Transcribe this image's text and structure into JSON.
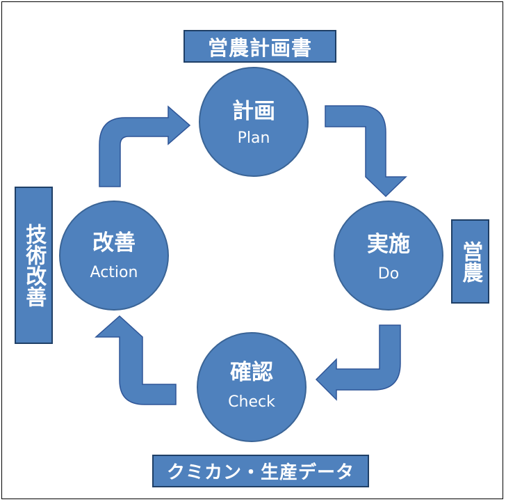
{
  "colors": {
    "circle_fill": "#4f81bd",
    "circle_stroke": "#3a6496",
    "arrow_fill": "#4f81bd",
    "arrow_stroke": "#2f5597",
    "label_fill": "#4f81bd",
    "label_border": "#1f3f66",
    "text": "#ffffff"
  },
  "cycle": {
    "plan": {
      "jp": "計画",
      "en": "Plan"
    },
    "do": {
      "jp": "実施",
      "en": "Do"
    },
    "check": {
      "jp": "確認",
      "en": "Check"
    },
    "action": {
      "jp": "改善",
      "en": "Action"
    }
  },
  "labels": {
    "plan_doc": "営農計画書",
    "do_label": "営農",
    "check_data": "クミカン・生産データ",
    "action_label": "技術改善"
  }
}
